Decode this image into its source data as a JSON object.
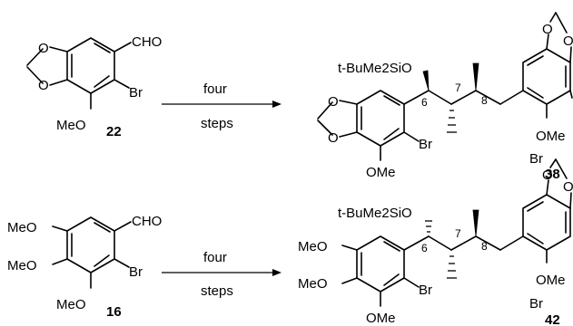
{
  "reaction1": {
    "arrow_top": "four",
    "arrow_bottom": "steps",
    "start": {
      "number": "22",
      "cho": "CHO",
      "br": "Br",
      "ome": "MeO"
    },
    "product": {
      "number": "38",
      "silyl": "t-BuMe2SiO",
      "c6": "6",
      "c7": "7",
      "c8": "8",
      "br_left": "Br",
      "ome_left": "OMe",
      "br_right": "Br",
      "ome_right": "OMe"
    }
  },
  "reaction2": {
    "arrow_top": "four",
    "arrow_bottom": "steps",
    "start": {
      "number": "16",
      "cho": "CHO",
      "br": "Br",
      "ome1": "MeO",
      "ome2": "MeO",
      "ome3": "MeO"
    },
    "product": {
      "number": "42",
      "silyl": "t-BuMe2SiO",
      "c6": "6",
      "c7": "7",
      "c8": "8",
      "ome_a": "MeO",
      "ome_b": "MeO",
      "ome_c": "OMe",
      "br_left": "Br",
      "br_right": "Br",
      "ome_right": "OMe"
    }
  }
}
